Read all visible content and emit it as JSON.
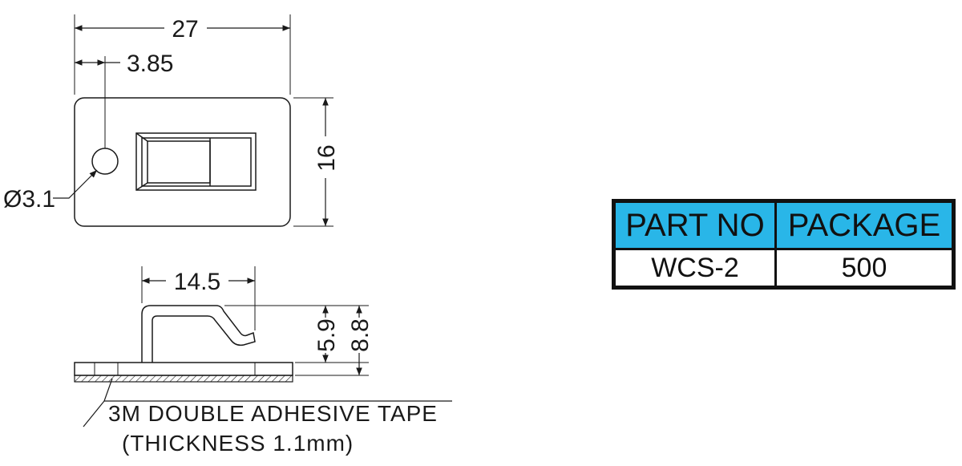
{
  "dimensions": {
    "width": "27",
    "hole_offset": "3.85",
    "hole_diameter": "Ø3.1",
    "height": "16",
    "hook_length": "14.5",
    "hook_height": "5.9",
    "total_height": "8.8"
  },
  "note": {
    "line1": "3M DOUBLE ADHESIVE TAPE",
    "line2": "(THICKNESS 1.1mm)"
  },
  "table": {
    "headers": [
      "PART NO",
      "PACKAGE"
    ],
    "rows": [
      [
        "WCS-2",
        "500"
      ]
    ],
    "header_color": "#29b6e8"
  }
}
